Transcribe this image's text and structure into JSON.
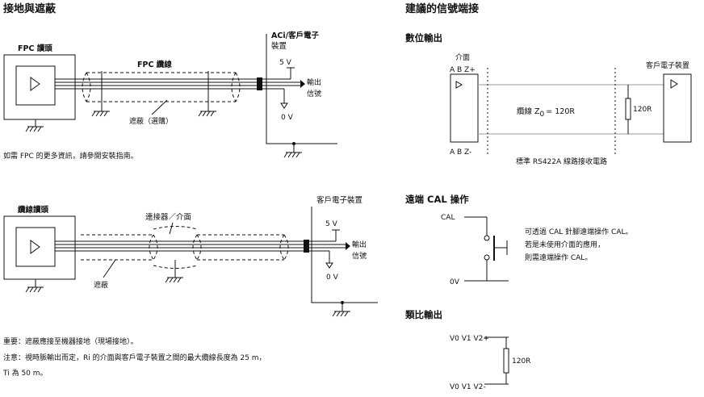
{
  "left": {
    "title": "接地與遮蔽",
    "fpc": {
      "readhead_label": "FPC 讀頭",
      "cable_label": "FPC 纜線",
      "electronics_label_1": "ACi/客戶電子",
      "electronics_label_2": "裝置",
      "v5": "5 V",
      "v0": "0 V",
      "output_1": "輸出",
      "output_2": "信號",
      "shield_label": "遮蔽（選購）",
      "note": "如需 FPC 的更多資訊，請參閱安裝指南。"
    },
    "cable": {
      "readhead_label": "纜線讀頭",
      "connector_label": "連接器／介面",
      "electronics_label": "客戶電子裝置",
      "v5": "5 V",
      "v0": "0 V",
      "output_1": "輸出",
      "output_2": "信號",
      "shield_label": "遮蔽"
    },
    "important_note": "重要：遮蔽應接至機器接地（現場接地）。",
    "note_line_1": "注意：視時脈輸出而定，Ri 的介面與客戶電子裝置之間的最大纜線長度為 25 m，",
    "note_line_2": "Ti 為 50 m。"
  },
  "right": {
    "title": "建議的信號端接",
    "digital": {
      "title": "數位輸出",
      "interface_label": "介面",
      "abz_plus": "A B Z+",
      "abz_minus": "A B Z-",
      "customer_label": "客戶電子裝置",
      "cable_label": "纜線 Z",
      "cable_sub": "0",
      "cable_value": "= 120R",
      "resistor": "120R",
      "receiver_label": "標準 RS422A 線路接收電路"
    },
    "remote_cal": {
      "title": "遠端 CAL 操作",
      "cal": "CAL",
      "v0": "0V",
      "text_1": "可透過 CAL 針腳遠端操作 CAL。",
      "text_2": "若是未使用介面的應用，",
      "text_3": "則需遠端操作 CAL。"
    },
    "analog": {
      "title": "類比輸出",
      "top_label": "V0 V1 V2+",
      "bottom_label": "V0 V1 V2-",
      "resistor": "120R"
    }
  }
}
